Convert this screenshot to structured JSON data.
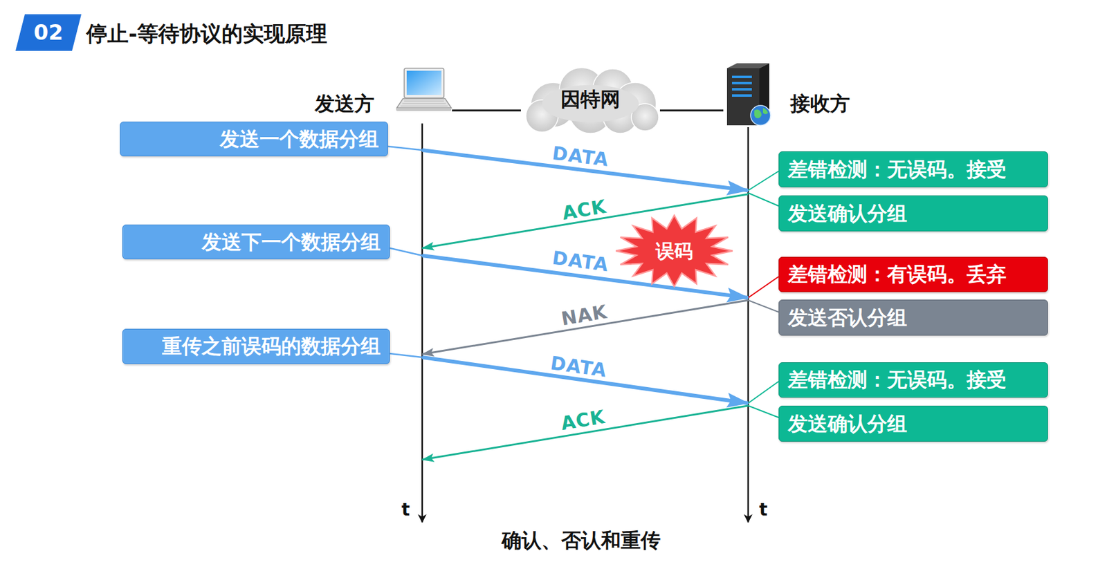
{
  "diagram": {
    "title": "停止-等待协议的实现原理",
    "caption": "确认、否认和重传",
    "nodes": [
      {
        "text": [
          "02"
        ]
      },
      {
        "text": [
          "发送方"
        ]
      },
      {
        "text": [
          "因特网"
        ]
      },
      {
        "text": [
          "接收方"
        ]
      },
      {
        "text": [
          "发送一个数据分组"
        ]
      },
      {
        "text": [
          "差错检测：无误码。接受"
        ]
      },
      {
        "text": [
          "发送确认分组"
        ]
      },
      {
        "text": [
          "发送下一个数据分组"
        ]
      },
      {
        "text": [
          "误码"
        ]
      },
      {
        "text": [
          "差错检测：有误码。丢弃"
        ]
      },
      {
        "text": [
          "发送否认分组"
        ]
      },
      {
        "text": [
          "重传之前误码的数据分组"
        ]
      },
      {
        "text": [
          "差错检测：无误码。接受"
        ]
      },
      {
        "text": [
          "发送确认分组"
        ]
      }
    ],
    "edges": [
      {
        "from": 1,
        "to": 2,
        "arrow": "none"
      },
      {
        "from": 2,
        "to": 3,
        "arrow": "none"
      }
    ],
    "labels": [
      "DATA",
      "ACK",
      "DATA",
      "NAK",
      "DATA",
      "ACK",
      "t",
      "t"
    ]
  }
}
